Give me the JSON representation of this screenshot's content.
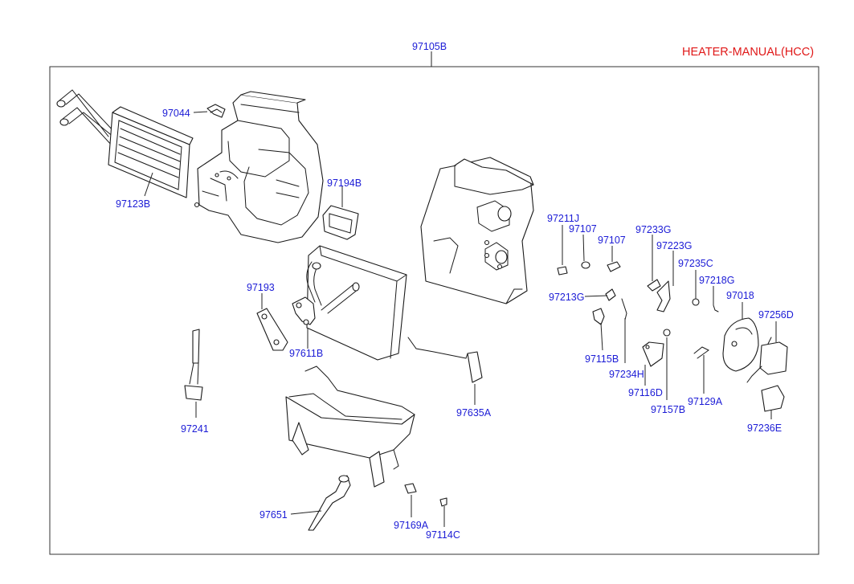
{
  "title": "HEATER-MANUAL(HCC)",
  "assembly_label": "97105B",
  "parts": [
    {
      "id": "heater-core",
      "label": "97123B"
    },
    {
      "id": "clip",
      "label": "97044"
    },
    {
      "id": "resistor",
      "label": "97194B"
    },
    {
      "id": "gasket",
      "label": "97193"
    },
    {
      "id": "pipe-bracket",
      "label": "97611B"
    },
    {
      "id": "sensor-wire",
      "label": "97241"
    },
    {
      "id": "aspirator",
      "label": "97635A"
    },
    {
      "id": "duct",
      "label": "97651"
    },
    {
      "id": "bushing-a",
      "label": "97169A"
    },
    {
      "id": "screw-c",
      "label": "97114C"
    },
    {
      "id": "cap-j",
      "label": "97211J"
    },
    {
      "id": "nut-1",
      "label": "97107"
    },
    {
      "id": "nut-2",
      "label": "97107"
    },
    {
      "id": "lever-g1",
      "label": "97233G"
    },
    {
      "id": "lever-g2",
      "label": "97223G"
    },
    {
      "id": "clip-c",
      "label": "97235C"
    },
    {
      "id": "pin-g",
      "label": "97218G"
    },
    {
      "id": "cam",
      "label": "97018"
    },
    {
      "id": "actuator",
      "label": "97256D"
    },
    {
      "id": "link-g",
      "label": "97213G"
    },
    {
      "id": "lever-b",
      "label": "97115B"
    },
    {
      "id": "link-h",
      "label": "97234H"
    },
    {
      "id": "plate-d",
      "label": "97116D"
    },
    {
      "id": "bushing-b",
      "label": "97157B"
    },
    {
      "id": "spring-a",
      "label": "97129A"
    },
    {
      "id": "bracket-e",
      "label": "97236E"
    }
  ]
}
